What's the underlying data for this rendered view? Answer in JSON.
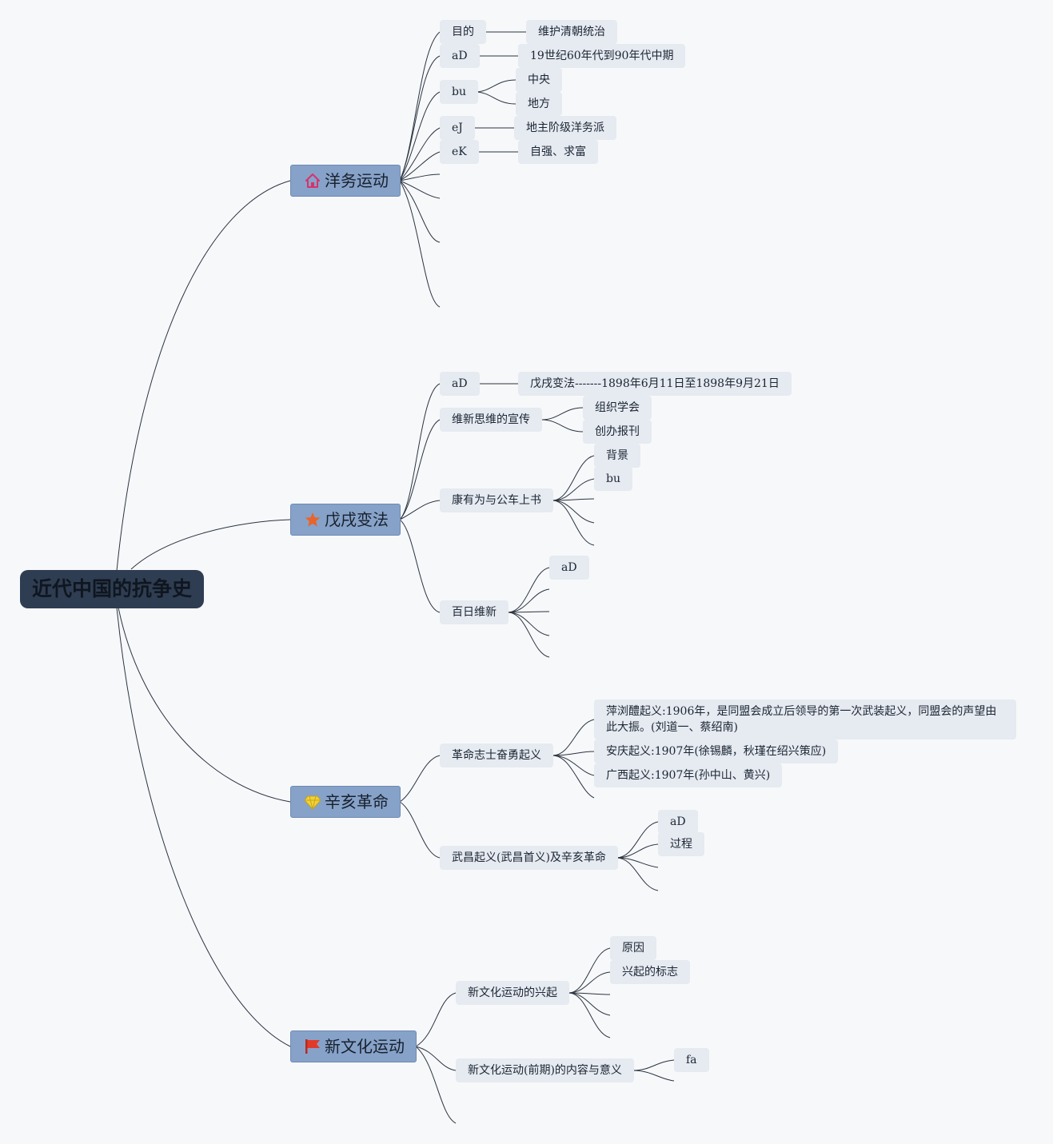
{
  "root": {
    "label": "近代中国的抗争史"
  },
  "branches": [
    {
      "label": "洋务运动",
      "icon": "house-icon",
      "children": [
        {
          "label": "目的",
          "children": [
            "维护清朝统治"
          ]
        },
        {
          "label": "aD",
          "children": [
            "19世纪60年代到90年代中期"
          ]
        },
        {
          "label": "bu",
          "children": [
            "中央",
            "地方"
          ]
        },
        {
          "label": "eJ",
          "children": [
            "地主阶级洋务派"
          ]
        },
        {
          "label": "eK",
          "children": [
            "自强、求富"
          ]
        }
      ]
    },
    {
      "label": "戊戌变法",
      "icon": "star-icon",
      "children": [
        {
          "label": "aD",
          "children": [
            "戊戌变法-------1898年6月11日至1898年9月21日"
          ]
        },
        {
          "label": "维新思维的宣传",
          "children": [
            "组织学会",
            "创办报刊"
          ]
        },
        {
          "label": "康有为与公车上书",
          "children": [
            "背景",
            "bu"
          ]
        },
        {
          "label": "百日维新",
          "children": [
            "aD"
          ]
        }
      ]
    },
    {
      "label": "辛亥革命",
      "icon": "diamond-icon",
      "children": [
        {
          "label": "革命志士奋勇起义",
          "children": [
            "萍浏醴起义:1906年，是同盟会成立后领导的第一次武装起义，同盟会的声望由此大振。(刘道一、蔡绍南)",
            "安庆起义:1907年(徐锡麟，秋瑾在绍兴策应)",
            "广西起义:1907年(孙中山、黄兴)"
          ]
        },
        {
          "label": "武昌起义(武昌首义)及辛亥革命",
          "children": [
            "aD",
            "过程"
          ]
        }
      ]
    },
    {
      "label": "新文化运动",
      "icon": "flag-icon",
      "children": [
        {
          "label": "新文化运动的兴起",
          "children": [
            "原因",
            "兴起的标志"
          ]
        },
        {
          "label": "新文化运动(前期)的内容与意义",
          "children": [
            "fa"
          ]
        }
      ]
    }
  ],
  "colors": {
    "root_bg": "#2f3d52",
    "branch_bg": "#87a2c9",
    "node_bg": "#e6eaf1",
    "line": "#2b3440",
    "house": "#d6336c",
    "star": "#e8642a",
    "diamond": "#f2d23a",
    "flag": "#e23a2a"
  }
}
